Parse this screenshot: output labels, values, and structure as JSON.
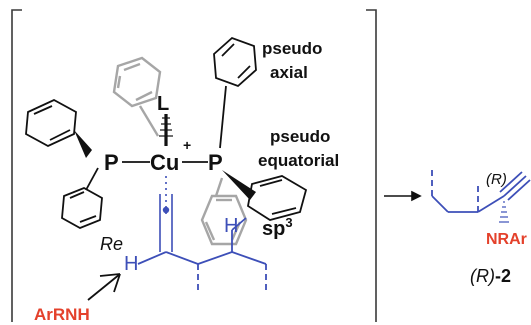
{
  "labels": {
    "pseudo_axial_1": "pseudo",
    "pseudo_axial_2": "axial",
    "pseudo_equatorial_1": "pseudo",
    "pseudo_equatorial_2": "equatorial",
    "phosphorus": "P",
    "copper": "Cu",
    "copper_charge": "+",
    "ligand": "L",
    "hydrogen": "H",
    "re_face": "Re",
    "sp3_base": "sp",
    "sp3_sup": "3",
    "amine": "ArRNH",
    "config_r": "(R)",
    "product_nrar": "NRAr",
    "product_label_config": "(R)",
    "product_label_num": "-2"
  },
  "colors": {
    "black": "#111111",
    "gray": "#a6a6a6",
    "blue": "#3d4fb8",
    "red": "#e4412b",
    "frame": "#3a3a3a"
  }
}
